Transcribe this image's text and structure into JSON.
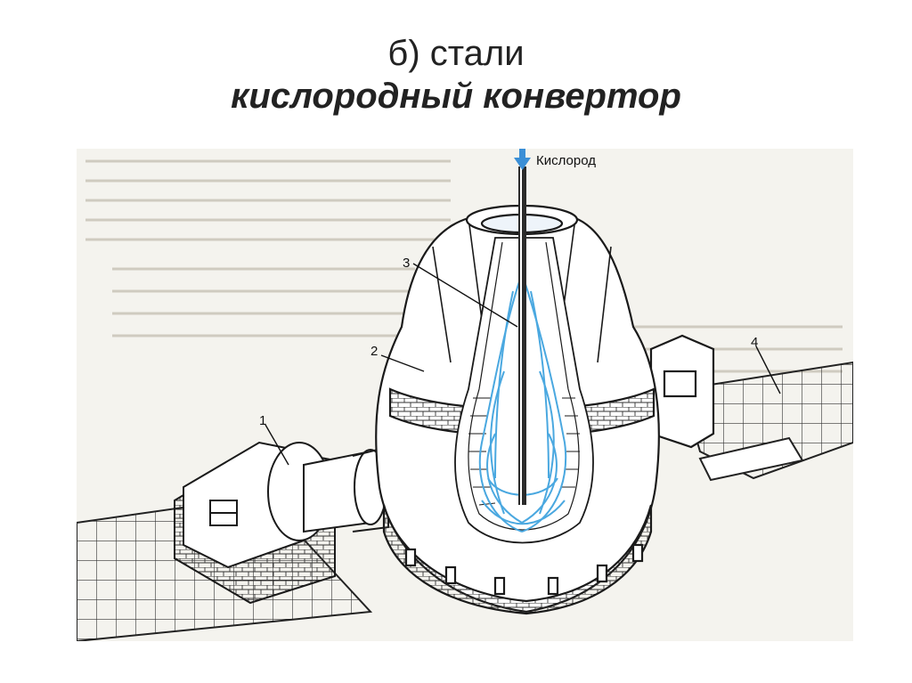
{
  "slide": {
    "title_line1": "б) стали",
    "title_line2": "кислородный конвертор"
  },
  "diagram": {
    "labels": {
      "oxygen": "Кислород",
      "n1": "1",
      "n2": "2",
      "n3": "3",
      "n4": "4"
    },
    "colors": {
      "oxygen_arrow": "#3b8fd6",
      "flame": "#4aa8e0",
      "line": "#1a1a1a",
      "background": "#f4f3ee"
    }
  }
}
